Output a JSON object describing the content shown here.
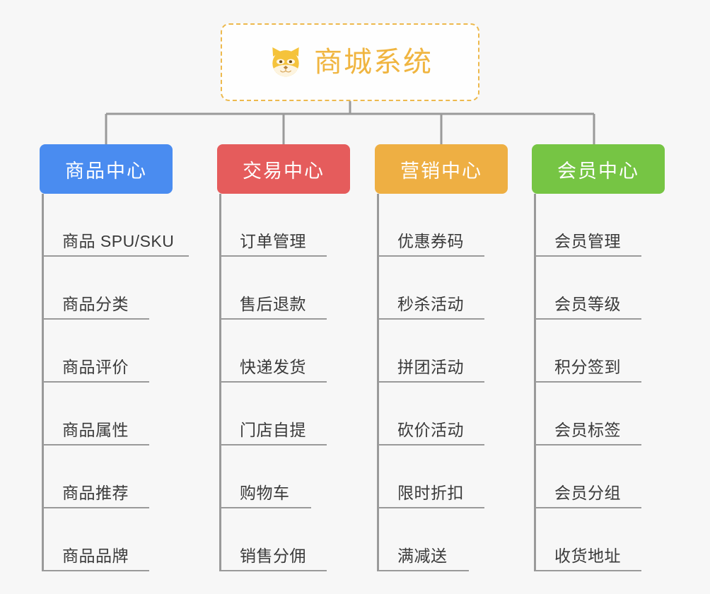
{
  "page": {
    "background_color": "#f7f7f7",
    "line_color": "#9a9a9a",
    "leaf_text_color": "#3a3a3a"
  },
  "root": {
    "title": "商城系统",
    "icon": "shiba-dog-face-icon",
    "text_color": "#f0b540",
    "border_color": "#edb94d",
    "fill_color": "#fefefe"
  },
  "categories": [
    {
      "label": "商品中心",
      "color": "#4a8cf0",
      "items": [
        "商品 SPU/SKU",
        "商品分类",
        "商品评价",
        "商品属性",
        "商品推荐",
        "商品品牌"
      ]
    },
    {
      "label": "交易中心",
      "color": "#e55c5c",
      "items": [
        "订单管理",
        "售后退款",
        "快递发货",
        "门店自提",
        "购物车",
        "销售分佣"
      ]
    },
    {
      "label": "营销中心",
      "color": "#eeaf43",
      "items": [
        "优惠券码",
        "秒杀活动",
        "拼团活动",
        "砍价活动",
        "限时折扣",
        "满减送"
      ]
    },
    {
      "label": "会员中心",
      "color": "#76c544",
      "items": [
        "会员管理",
        "会员等级",
        "积分签到",
        "会员标签",
        "会员分组",
        "收货地址"
      ]
    }
  ]
}
